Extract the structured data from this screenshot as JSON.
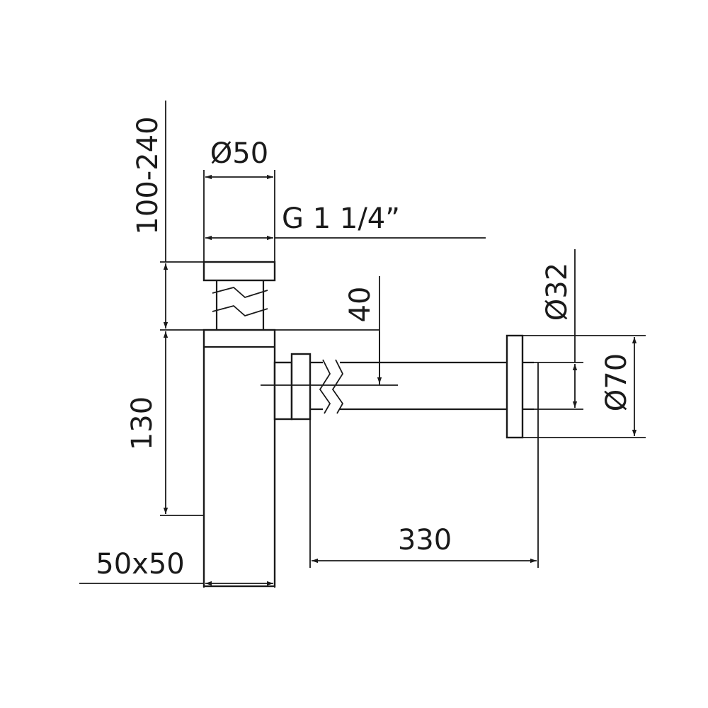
{
  "dimensions": {
    "height_range": "100-240",
    "diameter_inlet": "Ø50",
    "thread": "G 1 1/4”",
    "depth": "40",
    "diameter_pipe": "Ø32",
    "diameter_flange": "Ø70",
    "body_height": "130",
    "horizontal_length": "330",
    "body_section": "50x50"
  },
  "colors": {
    "stroke": "#1a1a1a",
    "background": "#ffffff"
  }
}
